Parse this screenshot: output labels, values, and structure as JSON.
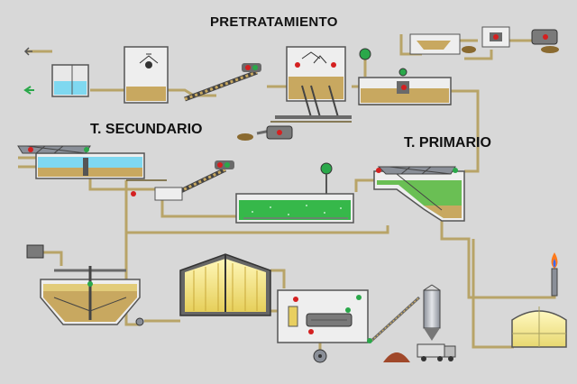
{
  "labels": {
    "pretratamiento": "PRETRATAMIENTO",
    "t_secundario": "T. SECUNDARIO",
    "t_primario": "T. PRIMARIO"
  },
  "colors": {
    "background": "#d8d8d8",
    "pipe": "#b8a468",
    "pipe_dark": "#6b5a2a",
    "sludge": "#c8a860",
    "water_blue": "#7fd8f0",
    "water_green": "#36b84a",
    "gas_yellow": "#f6e888",
    "valve_red": "#d42020",
    "valve_green": "#2aa84a",
    "machine_gray": "#6a6a6a"
  },
  "icons": [
    "pump-icon",
    "valve-icon",
    "screw-conveyor-icon",
    "gas-flame-icon",
    "truck-icon",
    "silo-icon",
    "fan-icon"
  ]
}
